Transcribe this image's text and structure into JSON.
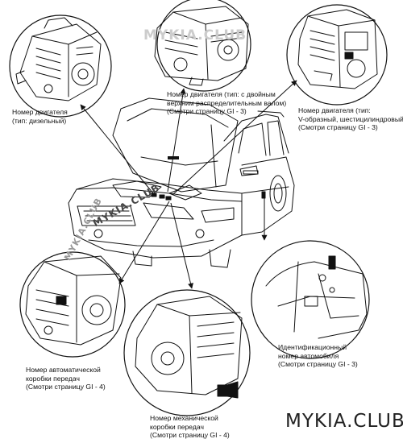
{
  "labels": {
    "engine_diesel": [
      "Номер двигателя",
      "(тип: дизельный)"
    ],
    "engine_dohc": [
      "Номер двигателя (тип: с двойным",
      "верхним распределительным валом)",
      "(Смотри страницу GI - 3)"
    ],
    "engine_v6": [
      "Номер двигателя (тип:",
      "V-образный, шестицилиндровый)",
      "(Смотри страницу GI - 3)"
    ],
    "automatic_transmission": [
      "Номер автоматической",
      "коробки передач",
      "(Смотри страницу GI - 4)"
    ],
    "manual_transmission": [
      "Номер механической",
      "коробки передач",
      "(Смотри страницу GI - 4)"
    ],
    "vin": [
      "Идентификационный",
      "номер автомобиля",
      "(Смотри страницу GI - 3)"
    ]
  },
  "watermarks": {
    "top": "MYKIA.CLUB",
    "car": "MYKIA.CLUB",
    "side": "MYKIA.CLUB",
    "corner": "MYKIA.CLUB"
  }
}
